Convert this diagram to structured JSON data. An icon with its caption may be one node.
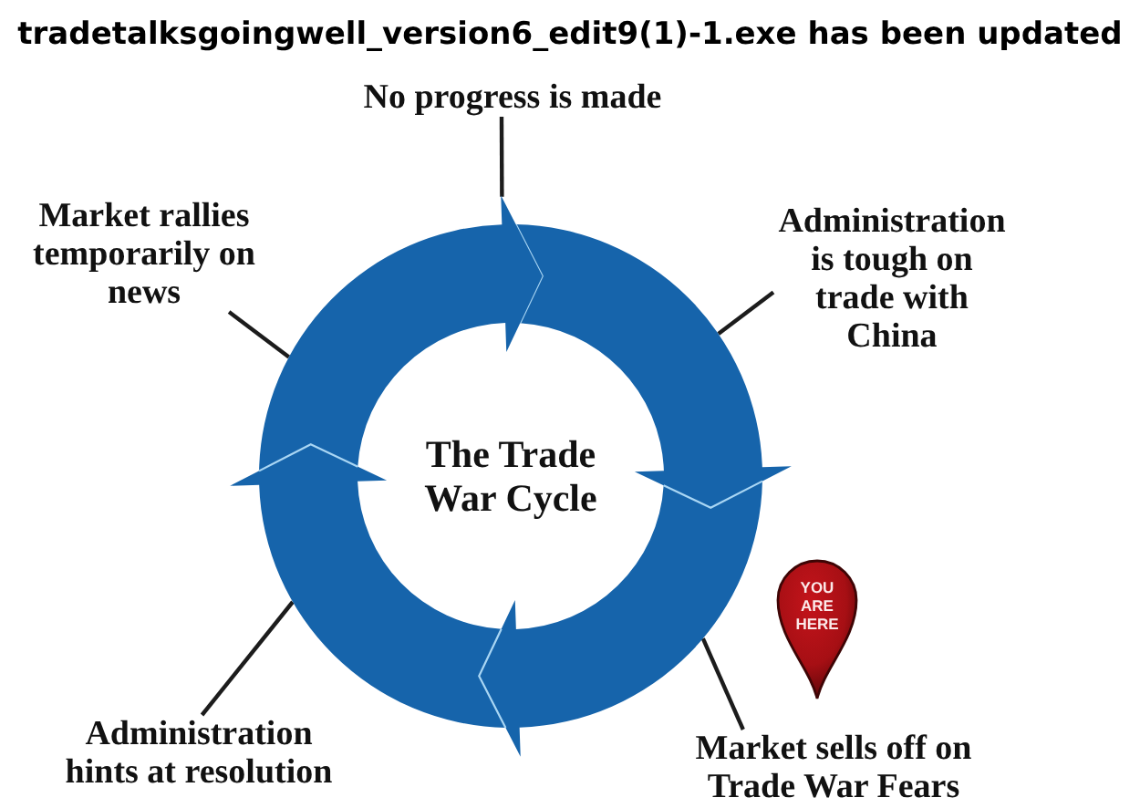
{
  "diagram": {
    "title": "tradetalksgoingwell_version6_edit9(1)-1.exe has been updated",
    "nodes": [
      {
        "text": [
          "No progress is made"
        ]
      },
      {
        "text": [
          "Market rallies temporarily on news"
        ]
      },
      {
        "text": [
          "Administration is tough on trade with China"
        ]
      },
      {
        "text": [],
        "shape": "ring"
      },
      {
        "text": [
          "The Trade War Cycle"
        ],
        "in": 3
      },
      {
        "text": [
          "YOU ARE HERE"
        ]
      },
      {
        "text": [
          "Administration hints at resolution"
        ]
      },
      {
        "text": [
          "Market sells off on Trade War Fears"
        ]
      }
    ],
    "edges": [
      {
        "from": 0,
        "to": 3,
        "arrow": "none"
      },
      {
        "from": 1,
        "to": 3,
        "arrow": "none"
      },
      {
        "from": 2,
        "to": 3,
        "arrow": "none"
      },
      {
        "from": 6,
        "to": 3,
        "arrow": "none"
      },
      {
        "from": 7,
        "to": 3,
        "arrow": "none"
      }
    ]
  }
}
